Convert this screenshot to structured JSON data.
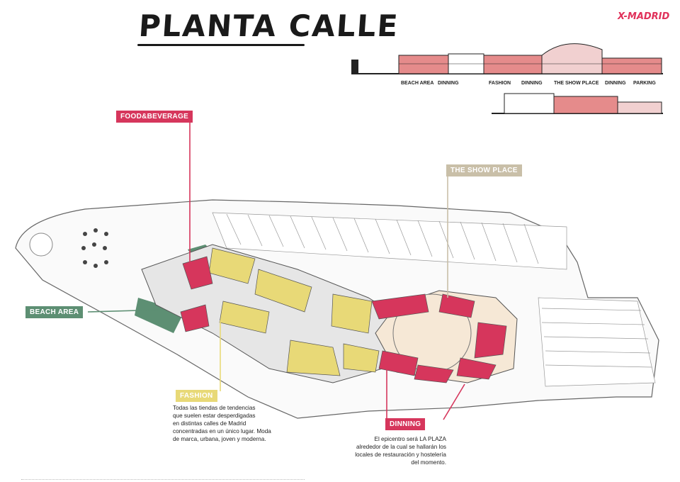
{
  "title": "PLANTA CALLE",
  "brand": "X-MADRID",
  "colors": {
    "food": "#d6365c",
    "fashion": "#e8d977",
    "beach": "#5d8f73",
    "showplace": "#c9bfa8",
    "dinning": "#d6365c",
    "plaza": "#f6e8d6",
    "road": "#d8d8d8",
    "parking": "#ffffff",
    "outline": "#444444"
  },
  "section_labels": [
    "BEACH AREA",
    "DINNING",
    "FASHION",
    "DINNING",
    "THE SHOW PLACE",
    "DINNING",
    "PARKING"
  ],
  "tags": {
    "food": "FOOD&BEVERAGE",
    "beach": "BEACH AREA",
    "showplace": "THE SHOW PLACE",
    "fashion": "FASHION",
    "dinning": "DINNING"
  },
  "notes": {
    "fashion": [
      "Todas las tiendas de tendencias",
      "que suelen estar desperdigadas",
      "en distintas calles de Madrid",
      "concentradas en un único lugar. Moda",
      "de marca, urbana, joven y moderna."
    ],
    "dinning": [
      "El epicentro será LA PLAZA",
      "alrededor de la cual se hallarán los",
      "locales de restauración y hostelería",
      "del momento."
    ]
  }
}
